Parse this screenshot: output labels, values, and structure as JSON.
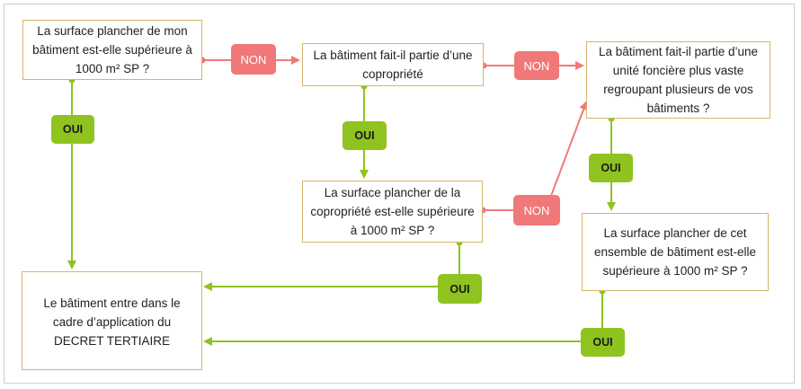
{
  "colors": {
    "box_border": "#d9b46a",
    "yes_fill": "#8fc31f",
    "yes_line": "#8fc31f",
    "no_fill": "#f07878",
    "no_line": "#f07878"
  },
  "nodes": {
    "q1": "La surface plancher de mon bâtiment est-elle supérieure à 1000 m² SP ?",
    "q2": "La bâtiment fait-il partie d’une copropriété",
    "q3": "La bâtiment fait-il partie d’une unité foncière plus vaste regroupant plusieurs de vos bâtiments ?",
    "q4": "La surface plancher de la copropriété est-elle supérieure à 1000 m² SP ?",
    "q5": "La surface plancher de cet ensemble de bâtiment est-elle supérieure à 1000 m² SP ?",
    "result_line1": "Le bâtiment entre dans le",
    "result_line2": "cadre d’application du",
    "result_line3": "DECRET TERTIAIRE"
  },
  "labels": {
    "yes": "OUI",
    "no": "NON"
  }
}
